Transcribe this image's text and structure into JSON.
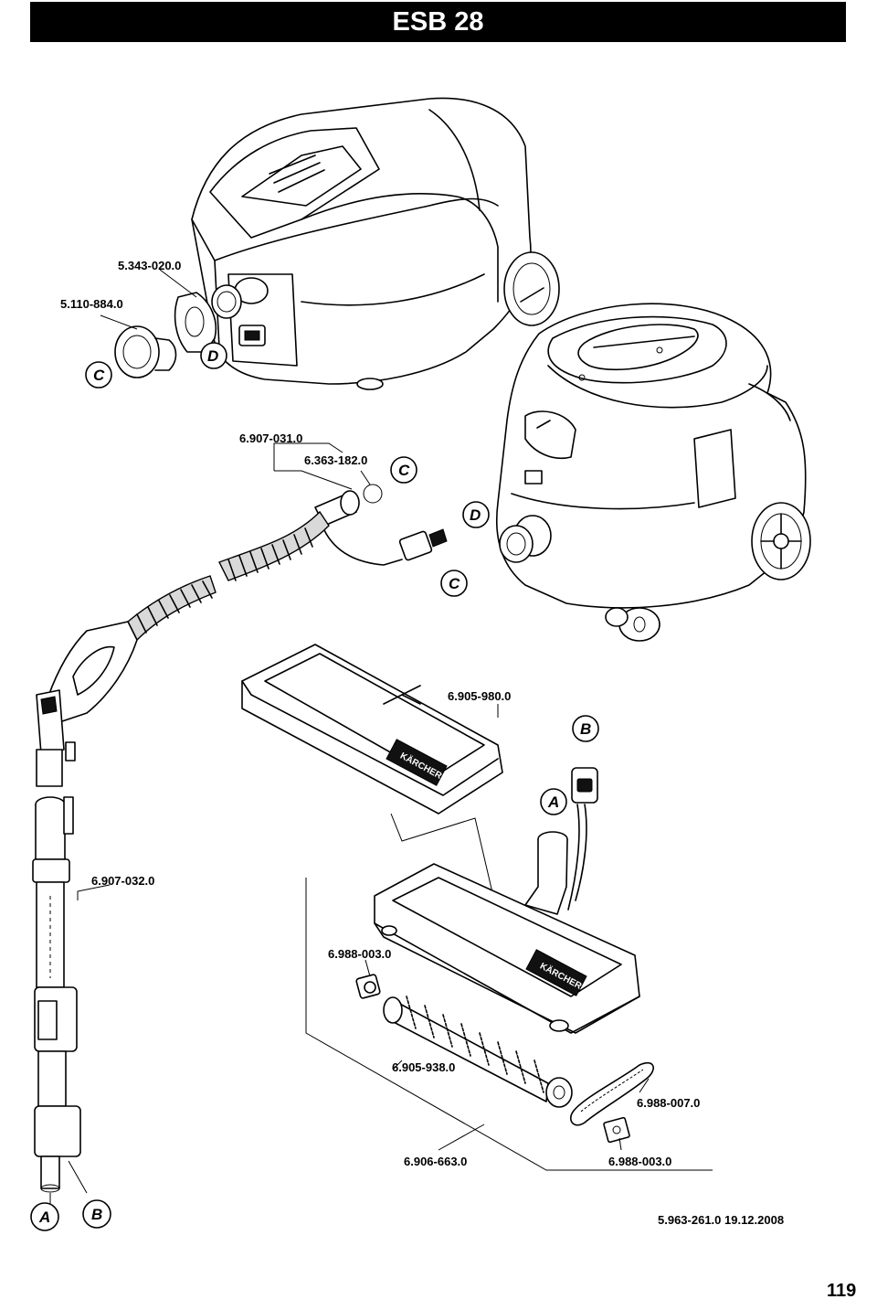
{
  "header": {
    "title": "ESB 28"
  },
  "parts": {
    "p1": "5.343-020.0",
    "p2": "5.110-884.0",
    "p3": "6.907-031.0",
    "p4": "6.363-182.0",
    "p5": "6.905-980.0",
    "p6": "6.907-032.0",
    "p7": "6.988-003.0",
    "p8": "6.905-938.0",
    "p9": "6.988-007.0",
    "p10": "6.906-663.0",
    "p11": "6.988-003.0"
  },
  "letters": {
    "c1": "C",
    "d1": "D",
    "c2": "C",
    "d2": "D",
    "c3": "C",
    "b1": "B",
    "a1": "A",
    "a2": "A",
    "b2": "B"
  },
  "brand": "KÄRCHER",
  "footer": {
    "doc_code": "5.963-261.0  19.12.2008",
    "page_number": "119"
  }
}
